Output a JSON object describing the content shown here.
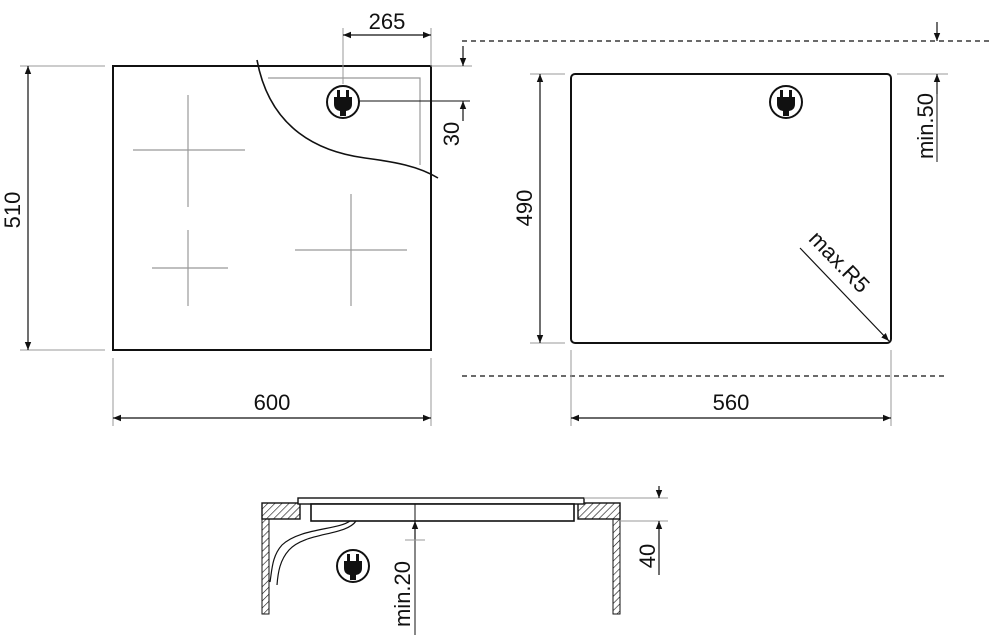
{
  "dimensions": {
    "hob_width": "600",
    "hob_depth": "510",
    "plug_offset_x": "265",
    "plug_offset_y": "30",
    "cutout_width": "560",
    "cutout_depth": "490",
    "back_clearance": "min.50",
    "corner_radius": "max.R5",
    "hob_height": "40",
    "under_clearance": "min.20"
  },
  "icons": {
    "plug": "power-plug-icon"
  },
  "colors": {
    "line": "#111111",
    "guide": "#999999"
  }
}
